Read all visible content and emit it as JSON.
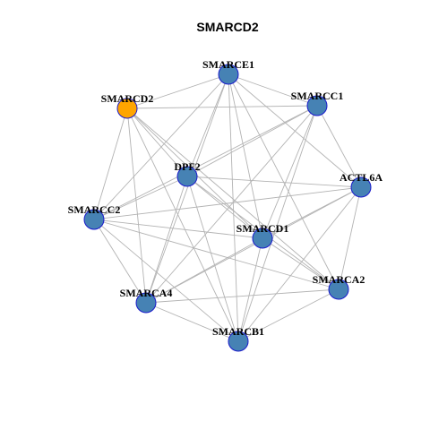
{
  "title": "SMARCD2",
  "colors": {
    "node_fill": "#4682B4",
    "highlight_fill": "#FFA500",
    "node_border": "#1A1ACC",
    "edge": "#B3B3B3"
  },
  "nodes": [
    {
      "id": "SMARCE1",
      "label": "SMARCE1",
      "highlight": false
    },
    {
      "id": "SMARCD2",
      "label": "SMARCD2",
      "highlight": true
    },
    {
      "id": "SMARCC1",
      "label": "SMARCC1",
      "highlight": false
    },
    {
      "id": "DPF2",
      "label": "DPF2",
      "highlight": false
    },
    {
      "id": "ACTL6A",
      "label": "ACTL6A",
      "highlight": false
    },
    {
      "id": "SMARCC2",
      "label": "SMARCC2",
      "highlight": false
    },
    {
      "id": "SMARCD1",
      "label": "SMARCD1",
      "highlight": false
    },
    {
      "id": "SMARCA2",
      "label": "SMARCA2",
      "highlight": false
    },
    {
      "id": "SMARCA4",
      "label": "SMARCA4",
      "highlight": false
    },
    {
      "id": "SMARCB1",
      "label": "SMARCB1",
      "highlight": false
    }
  ],
  "edges": [
    [
      "SMARCE1",
      "SMARCD2"
    ],
    [
      "SMARCE1",
      "SMARCC1"
    ],
    [
      "SMARCE1",
      "DPF2"
    ],
    [
      "SMARCE1",
      "ACTL6A"
    ],
    [
      "SMARCE1",
      "SMARCC2"
    ],
    [
      "SMARCE1",
      "SMARCD1"
    ],
    [
      "SMARCE1",
      "SMARCA2"
    ],
    [
      "SMARCE1",
      "SMARCA4"
    ],
    [
      "SMARCE1",
      "SMARCB1"
    ],
    [
      "SMARCD2",
      "SMARCC1"
    ],
    [
      "SMARCD2",
      "DPF2"
    ],
    [
      "SMARCD2",
      "SMARCC2"
    ],
    [
      "SMARCD2",
      "SMARCD1"
    ],
    [
      "SMARCD2",
      "SMARCA2"
    ],
    [
      "SMARCD2",
      "SMARCA4"
    ],
    [
      "SMARCD2",
      "SMARCB1"
    ],
    [
      "SMARCC1",
      "DPF2"
    ],
    [
      "SMARCC1",
      "ACTL6A"
    ],
    [
      "SMARCC1",
      "SMARCC2"
    ],
    [
      "SMARCC1",
      "SMARCD1"
    ],
    [
      "SMARCC1",
      "SMARCA4"
    ],
    [
      "SMARCC1",
      "SMARCB1"
    ],
    [
      "DPF2",
      "ACTL6A"
    ],
    [
      "DPF2",
      "SMARCC2"
    ],
    [
      "DPF2",
      "SMARCD1"
    ],
    [
      "DPF2",
      "SMARCA2"
    ],
    [
      "DPF2",
      "SMARCA4"
    ],
    [
      "DPF2",
      "SMARCB1"
    ],
    [
      "ACTL6A",
      "SMARCC2"
    ],
    [
      "ACTL6A",
      "SMARCD1"
    ],
    [
      "ACTL6A",
      "SMARCA2"
    ],
    [
      "ACTL6A",
      "SMARCA4"
    ],
    [
      "ACTL6A",
      "SMARCB1"
    ],
    [
      "SMARCC2",
      "SMARCD1"
    ],
    [
      "SMARCC2",
      "SMARCA4"
    ],
    [
      "SMARCC2",
      "SMARCB1"
    ],
    [
      "SMARCC2",
      "SMARCA2"
    ],
    [
      "SMARCD1",
      "SMARCA2"
    ],
    [
      "SMARCD1",
      "SMARCA4"
    ],
    [
      "SMARCD1",
      "SMARCB1"
    ],
    [
      "SMARCA2",
      "SMARCA4"
    ],
    [
      "SMARCA2",
      "SMARCB1"
    ],
    [
      "SMARCA4",
      "SMARCB1"
    ]
  ]
}
